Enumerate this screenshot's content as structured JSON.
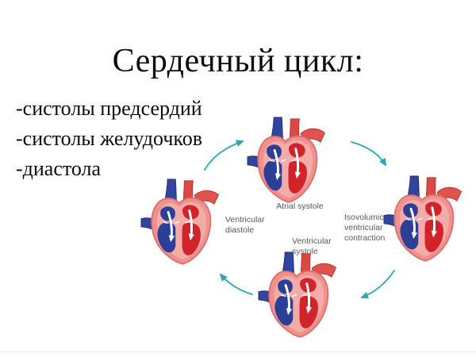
{
  "slide": {
    "title": "Сердечный цикл:",
    "bullets": [
      "-систолы предсердий",
      "-систолы желудочков",
      "-диастола"
    ]
  },
  "diagram": {
    "stages": [
      {
        "id": "atrial-systole",
        "label_lines": [
          "Atrial systole"
        ]
      },
      {
        "id": "isovolumic-ventricular-contraction",
        "label_lines": [
          "Isovolumic",
          "ventricular",
          "contraction"
        ]
      },
      {
        "id": "ventricular-systole",
        "label_lines": [
          "Ventricular",
          "systole"
        ]
      },
      {
        "id": "ventricular-diastole",
        "label_lines": [
          "Ventricular",
          "diastole"
        ]
      }
    ],
    "colors": {
      "arrow": "#2BA7B6",
      "heart_outer": "#F0918E",
      "heart_outline": "#DD6F6D",
      "heart_wall_inner": "#F4ACA8",
      "chamber_blue": "#2C3F96",
      "vessel_blue": "#3045A0",
      "chamber_red": "#D2232A",
      "vessel_red": "#D94A45",
      "label_text": "#595959"
    }
  }
}
